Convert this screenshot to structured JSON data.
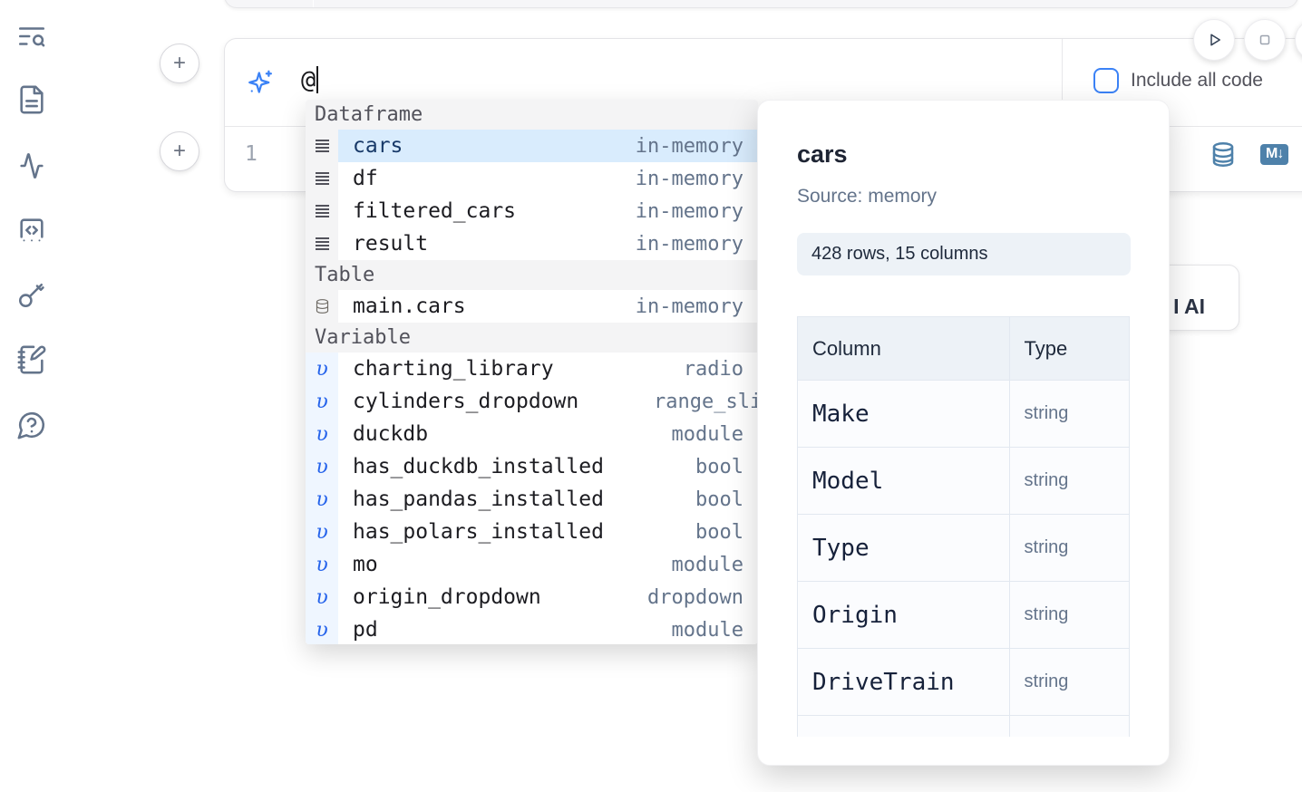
{
  "sidebar": {
    "items": [
      {
        "name": "toc-search",
        "icon": "list-search-icon"
      },
      {
        "name": "files",
        "icon": "file-icon"
      },
      {
        "name": "tracing",
        "icon": "activity-icon"
      },
      {
        "name": "snippets",
        "icon": "code-box-icon"
      },
      {
        "name": "secrets",
        "icon": "key-icon"
      },
      {
        "name": "scratchpad",
        "icon": "notebook-pen-icon"
      },
      {
        "name": "help",
        "icon": "help-chat-icon"
      }
    ]
  },
  "toolbar": {
    "include_all_code_label": "Include all code",
    "run_button": "run",
    "stop_button": "stop"
  },
  "ai_input": {
    "value": "@",
    "placeholder": ""
  },
  "editor": {
    "line_number": "1"
  },
  "ai_button": {
    "visible_label": "I AI"
  },
  "cell_actions": {
    "icons": [
      "database-icon",
      "markdown-icon"
    ],
    "markdown_glyph": "M↓"
  },
  "autocomplete": {
    "sections": [
      {
        "label": "Dataframe",
        "icon": "rows",
        "items": [
          {
            "name": "cars",
            "type": "in-memory",
            "selected": true
          },
          {
            "name": "df",
            "type": "in-memory"
          },
          {
            "name": "filtered_cars",
            "type": "in-memory"
          },
          {
            "name": "result",
            "type": "in-memory"
          }
        ]
      },
      {
        "label": "Table",
        "icon": "db",
        "items": [
          {
            "name": "main.cars",
            "type": "in-memory"
          }
        ]
      },
      {
        "label": "Variable",
        "icon": "var",
        "items": [
          {
            "name": "charting_library",
            "type": "radio"
          },
          {
            "name": "cylinders_dropdown",
            "type": "range_slider",
            "clipped": true
          },
          {
            "name": "duckdb",
            "type": "module"
          },
          {
            "name": "has_duckdb_installed",
            "type": "bool"
          },
          {
            "name": "has_pandas_installed",
            "type": "bool"
          },
          {
            "name": "has_polars_installed",
            "type": "bool"
          },
          {
            "name": "mo",
            "type": "module"
          },
          {
            "name": "origin_dropdown",
            "type": "dropdown"
          },
          {
            "name": "pd",
            "type": "module",
            "partial": true
          }
        ]
      }
    ]
  },
  "preview": {
    "title": "cars",
    "source": "Source: memory",
    "shape": "428 rows, 15 columns",
    "table": {
      "headers": [
        "Column",
        "Type"
      ],
      "rows": [
        {
          "column": "Make",
          "type": "string"
        },
        {
          "column": "Model",
          "type": "string"
        },
        {
          "column": "Type",
          "type": "string"
        },
        {
          "column": "Origin",
          "type": "string"
        },
        {
          "column": "DriveTrain",
          "type": "string"
        },
        {
          "column": "",
          "type": ""
        }
      ]
    }
  },
  "colors": {
    "accent_blue": "#3b82f6",
    "steel_blue": "#4e81aa",
    "selected_row_bg": "#d9ecfd",
    "muted_text": "#64748b",
    "section_bg": "#f4f4f5"
  }
}
